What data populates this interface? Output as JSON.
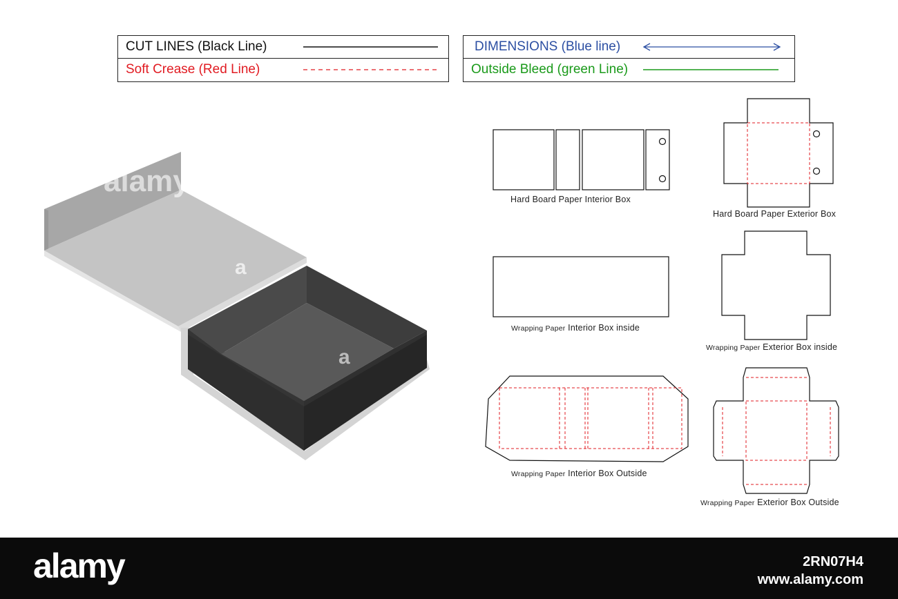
{
  "legend": {
    "cut_lines": {
      "label": "CUT LINES (Black Line)",
      "color": "#111111"
    },
    "soft_crease": {
      "label": "Soft Crease (Red Line)",
      "color": "#e11b22"
    },
    "dimensions": {
      "label": "DIMENSIONS (Blue line)",
      "color": "#2b4ea2"
    },
    "outside_bleed": {
      "label": "Outside Bleed (green Line)",
      "color": "#1a9a1a"
    }
  },
  "captions": {
    "hb_interior": {
      "text": "Hard Board Paper Interior Box"
    },
    "hb_exterior": {
      "text": "Hard Board Paper Exterior Box"
    },
    "wp_interior_inside": {
      "prefix": "Wrapping Paper",
      "text": "Interior Box inside"
    },
    "wp_exterior_inside": {
      "prefix": "Wrapping Paper",
      "text": "Exterior Box inside"
    },
    "wp_interior_outside": {
      "prefix": "Wrapping Paper",
      "text": "Interior Box Outside"
    },
    "wp_exterior_outside": {
      "prefix": "Wrapping Paper",
      "text": "Exterior Box Outside"
    }
  },
  "watermarks": {
    "a1": "alamy",
    "a2": "a",
    "a3": "a"
  },
  "footer": {
    "logo": "alamy",
    "image_id": "2RN07H4",
    "site": "www.alamy.com"
  }
}
